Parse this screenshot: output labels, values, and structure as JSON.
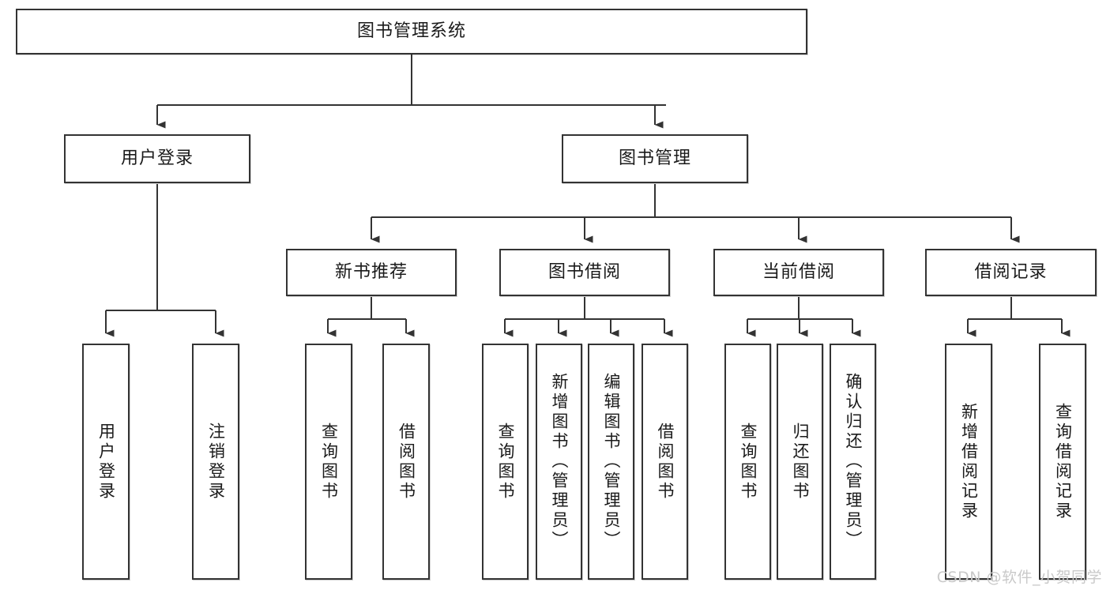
{
  "diagram": {
    "type": "tree-hierarchy",
    "title": "图书管理系统",
    "watermark": "CSDN @软件_小贺同学",
    "colors": {
      "box_border": "#333333",
      "box_fill": "#ffffff",
      "connector": "#333333",
      "text": "#1a1a1a",
      "watermark": "#c9c9c9",
      "background": "#ffffff"
    },
    "levels": [
      {
        "level": 1,
        "nodes": [
          {
            "id": "root",
            "label": "图书管理系统"
          }
        ]
      },
      {
        "level": 2,
        "nodes": [
          {
            "id": "login",
            "label": "用户登录"
          },
          {
            "id": "bookmgmt",
            "label": "图书管理"
          }
        ]
      },
      {
        "level": 3,
        "nodes": [
          {
            "id": "newbook",
            "label": "新书推荐"
          },
          {
            "id": "borrow",
            "label": "图书借阅"
          },
          {
            "id": "current",
            "label": "当前借阅"
          },
          {
            "id": "record",
            "label": "借阅记录"
          }
        ]
      },
      {
        "level": 4,
        "nodes": [
          {
            "id": "leaf1",
            "label": "用户登录",
            "parent": "login"
          },
          {
            "id": "leaf2",
            "label": "注销登录",
            "parent": "login"
          },
          {
            "id": "leaf3",
            "label": "查询图书",
            "parent": "newbook"
          },
          {
            "id": "leaf4",
            "label": "借阅图书",
            "parent": "newbook"
          },
          {
            "id": "leaf5",
            "label": "查询图书",
            "parent": "borrow"
          },
          {
            "id": "leaf6",
            "label": "新增图书（管理员）",
            "parent": "borrow"
          },
          {
            "id": "leaf7",
            "label": "编辑图书（管理员）",
            "parent": "borrow"
          },
          {
            "id": "leaf8",
            "label": "借阅图书",
            "parent": "borrow"
          },
          {
            "id": "leaf9",
            "label": "查询图书",
            "parent": "current"
          },
          {
            "id": "leaf10",
            "label": "归还图书",
            "parent": "current"
          },
          {
            "id": "leaf11",
            "label": "确认归还（管理员）",
            "parent": "current"
          },
          {
            "id": "leaf12",
            "label": "新增借阅记录",
            "parent": "record"
          },
          {
            "id": "leaf13",
            "label": "查询借阅记录",
            "parent": "record"
          }
        ]
      }
    ]
  }
}
